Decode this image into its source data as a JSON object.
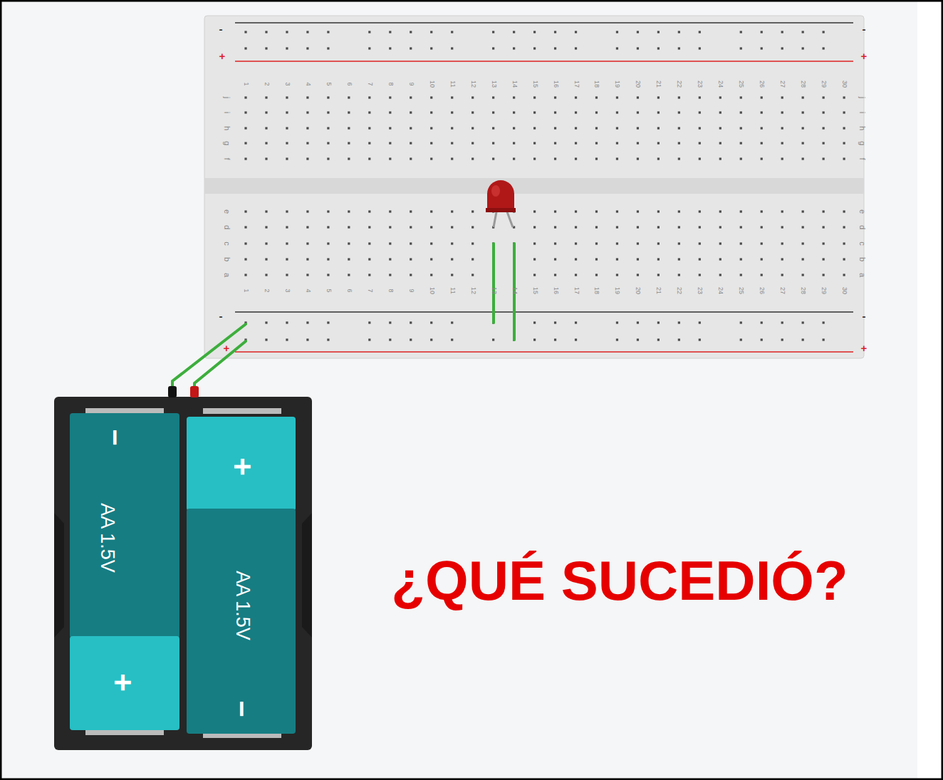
{
  "diagram": {
    "title": "¿QUÉ SUCEDIÓ?",
    "nodes": [
      {
        "text": [
          "−",
          "AA 1.5V",
          "+"
        ]
      },
      {
        "text": [
          "+",
          "AA 1.5V",
          "−"
        ]
      }
    ],
    "labels": [
      "-",
      "-",
      "+",
      "+",
      "1",
      "2",
      "3",
      "4",
      "5",
      "6",
      "7",
      "8",
      "9",
      "10",
      "11",
      "12",
      "13",
      "14",
      "15",
      "16",
      "17",
      "18",
      "19",
      "20",
      "21",
      "22",
      "23",
      "24",
      "25",
      "26",
      "27",
      "28",
      "29",
      "30",
      "j",
      "i",
      "h",
      "g",
      "f",
      "j",
      "i",
      "h",
      "g",
      "f",
      "e",
      "d",
      "c",
      "b",
      "a",
      "e",
      "d",
      "c",
      "b",
      "a",
      "1",
      "2",
      "3",
      "4",
      "5",
      "6",
      "7",
      "8",
      "9",
      "10",
      "11",
      "12",
      "13",
      "14",
      "15",
      "16",
      "17",
      "18",
      "19",
      "20",
      "21",
      "22",
      "23",
      "24",
      "25",
      "26",
      "27",
      "28",
      "29",
      "30",
      "-",
      "-",
      "+",
      "+"
    ]
  }
}
